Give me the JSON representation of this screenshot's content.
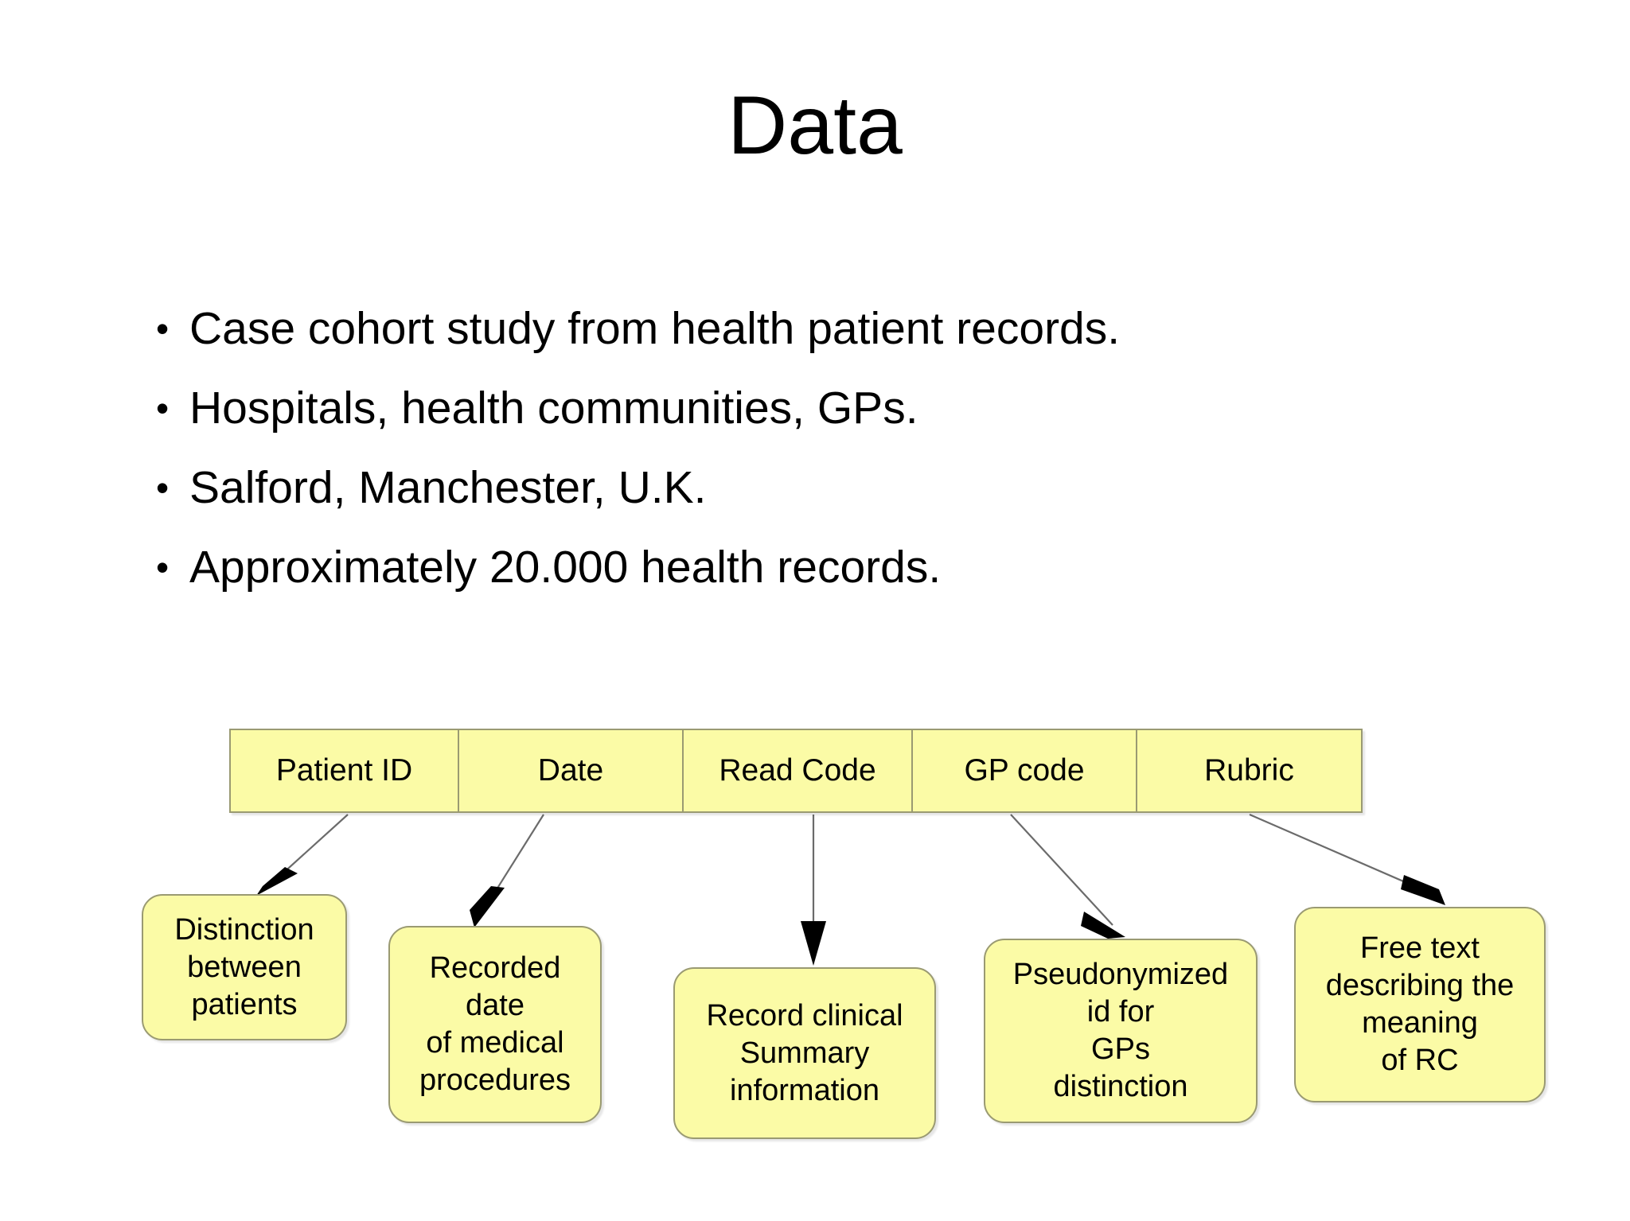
{
  "slide": {
    "title": "Data",
    "bullet_mark": "•",
    "bullets": [
      "Case cohort study from health patient records.",
      "Hospitals, health communities, GPs.",
      "Salford, Manchester, U.K.",
      "Approximately 20.000 health records."
    ]
  },
  "diagram": {
    "table_columns": [
      "Patient ID",
      "Date",
      "Read Code",
      "GP code",
      "Rubric"
    ],
    "notes": [
      {
        "lines": [
          "Distinction",
          "between",
          "patients"
        ]
      },
      {
        "lines": [
          "Recorded",
          "date",
          "of medical",
          "procedures"
        ]
      },
      {
        "lines": [
          "Record clinical",
          "Summary",
          "information"
        ]
      },
      {
        "lines": [
          "Pseudonymized",
          "id for",
          "GPs",
          "distinction"
        ]
      },
      {
        "lines": [
          "Free text",
          "describing the",
          "meaning",
          "of RC"
        ]
      }
    ]
  },
  "colors": {
    "note_fill": "#fbfba6",
    "note_border": "#9a9a72",
    "connector": "#6b6b6b",
    "text": "#000000",
    "background": "#ffffff"
  }
}
